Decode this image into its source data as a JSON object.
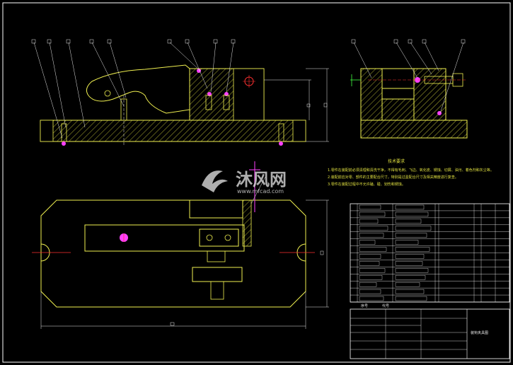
{
  "tech_requirements": {
    "title": "技术要求",
    "lines": [
      "1.零件在装配前必须清理和清洗干净，不得有毛刺、飞边、氧化皮、锈蚀、切屑、油污、着色剂和灰尘等。",
      "2.装配前应对零、部件的主要配合尺寸，特别是过盈配合尺寸及相关精度进行复查。",
      "3.零件在装配过程中不允许磕、碰、划伤和锈蚀。"
    ]
  },
  "watermark": {
    "brand": "沐风网",
    "url": "www.mfcad.com"
  },
  "title_block": {
    "drawing_name": "装钩夹具图",
    "col_seq": "序号",
    "col_code": "代号"
  },
  "colors": {
    "line": "#e8e8e8",
    "body": "#f0f050",
    "hatch": "#e0e040",
    "red": "#ff3030",
    "magenta": "#ff40ff",
    "frame": "#ffffff"
  }
}
